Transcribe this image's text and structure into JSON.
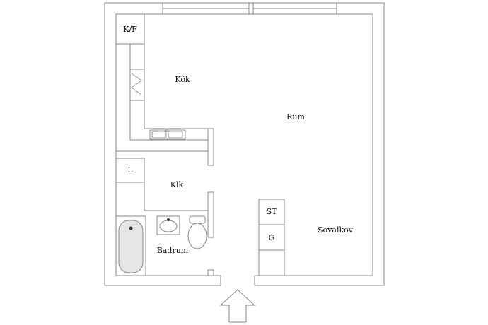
{
  "floorplan": {
    "rooms": {
      "kf": "K/F",
      "kok": "Kök",
      "rum": "Rum",
      "linen": "L",
      "klk": "Klk",
      "st": "ST",
      "g": "G",
      "sovalkov": "Sovalkov",
      "badrum": "Badrum"
    },
    "entrance_icon": "entrance-arrow-up"
  },
  "colors": {
    "wall": "#8a8a8a",
    "fixture": "#9a9a9a",
    "text": "#111111",
    "tub_fill": "#e6e6e6",
    "background": "#ffffff"
  }
}
